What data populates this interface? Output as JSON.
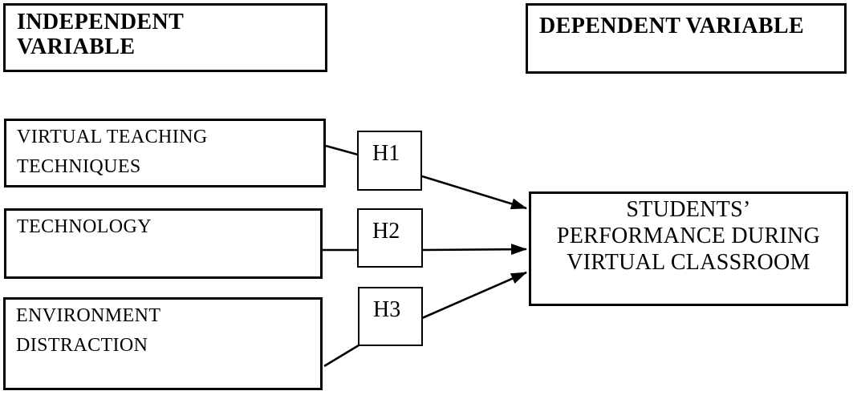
{
  "diagram": {
    "headers": {
      "independent": {
        "label": "INDEPENDENT VARIABLE",
        "lines": [
          "INDEPENDENT",
          "VARIABLE"
        ]
      },
      "dependent": {
        "label": "DEPENDENT VARIABLE"
      }
    },
    "independent_variables": [
      {
        "label": "VIRTUAL TEACHING TECHNIQUES",
        "lines": [
          "VIRTUAL TEACHING",
          "TECHNIQUES"
        ],
        "hypothesis": "H1"
      },
      {
        "label": "TECHNOLOGY",
        "lines": [
          "TECHNOLOGY"
        ],
        "hypothesis": "H2"
      },
      {
        "label": "ENVIRONMENT DISTRACTION",
        "lines": [
          "ENVIRONMENT",
          "DISTRACTION"
        ],
        "hypothesis": "H3"
      }
    ],
    "dependent_variable": {
      "label": "STUDENTS’ PERFORMANCE DURING VIRTUAL CLASSROOM",
      "lines": [
        "STUDENTS’",
        "PERFORMANCE DURING",
        "VIRTUAL CLASSROOM"
      ]
    },
    "connections": [
      {
        "from": "VIRTUAL TEACHING TECHNIQUES",
        "via": "H1",
        "to": "STUDENTS’ PERFORMANCE DURING VIRTUAL CLASSROOM"
      },
      {
        "from": "TECHNOLOGY",
        "via": "H2",
        "to": "STUDENTS’ PERFORMANCE DURING VIRTUAL CLASSROOM"
      },
      {
        "from": "ENVIRONMENT DISTRACTION",
        "via": "H3",
        "to": "STUDENTS’ PERFORMANCE DURING VIRTUAL CLASSROOM"
      }
    ],
    "colors": {
      "border": "#000000",
      "text": "#000000",
      "background": "#ffffff",
      "connector": "#000000"
    }
  }
}
